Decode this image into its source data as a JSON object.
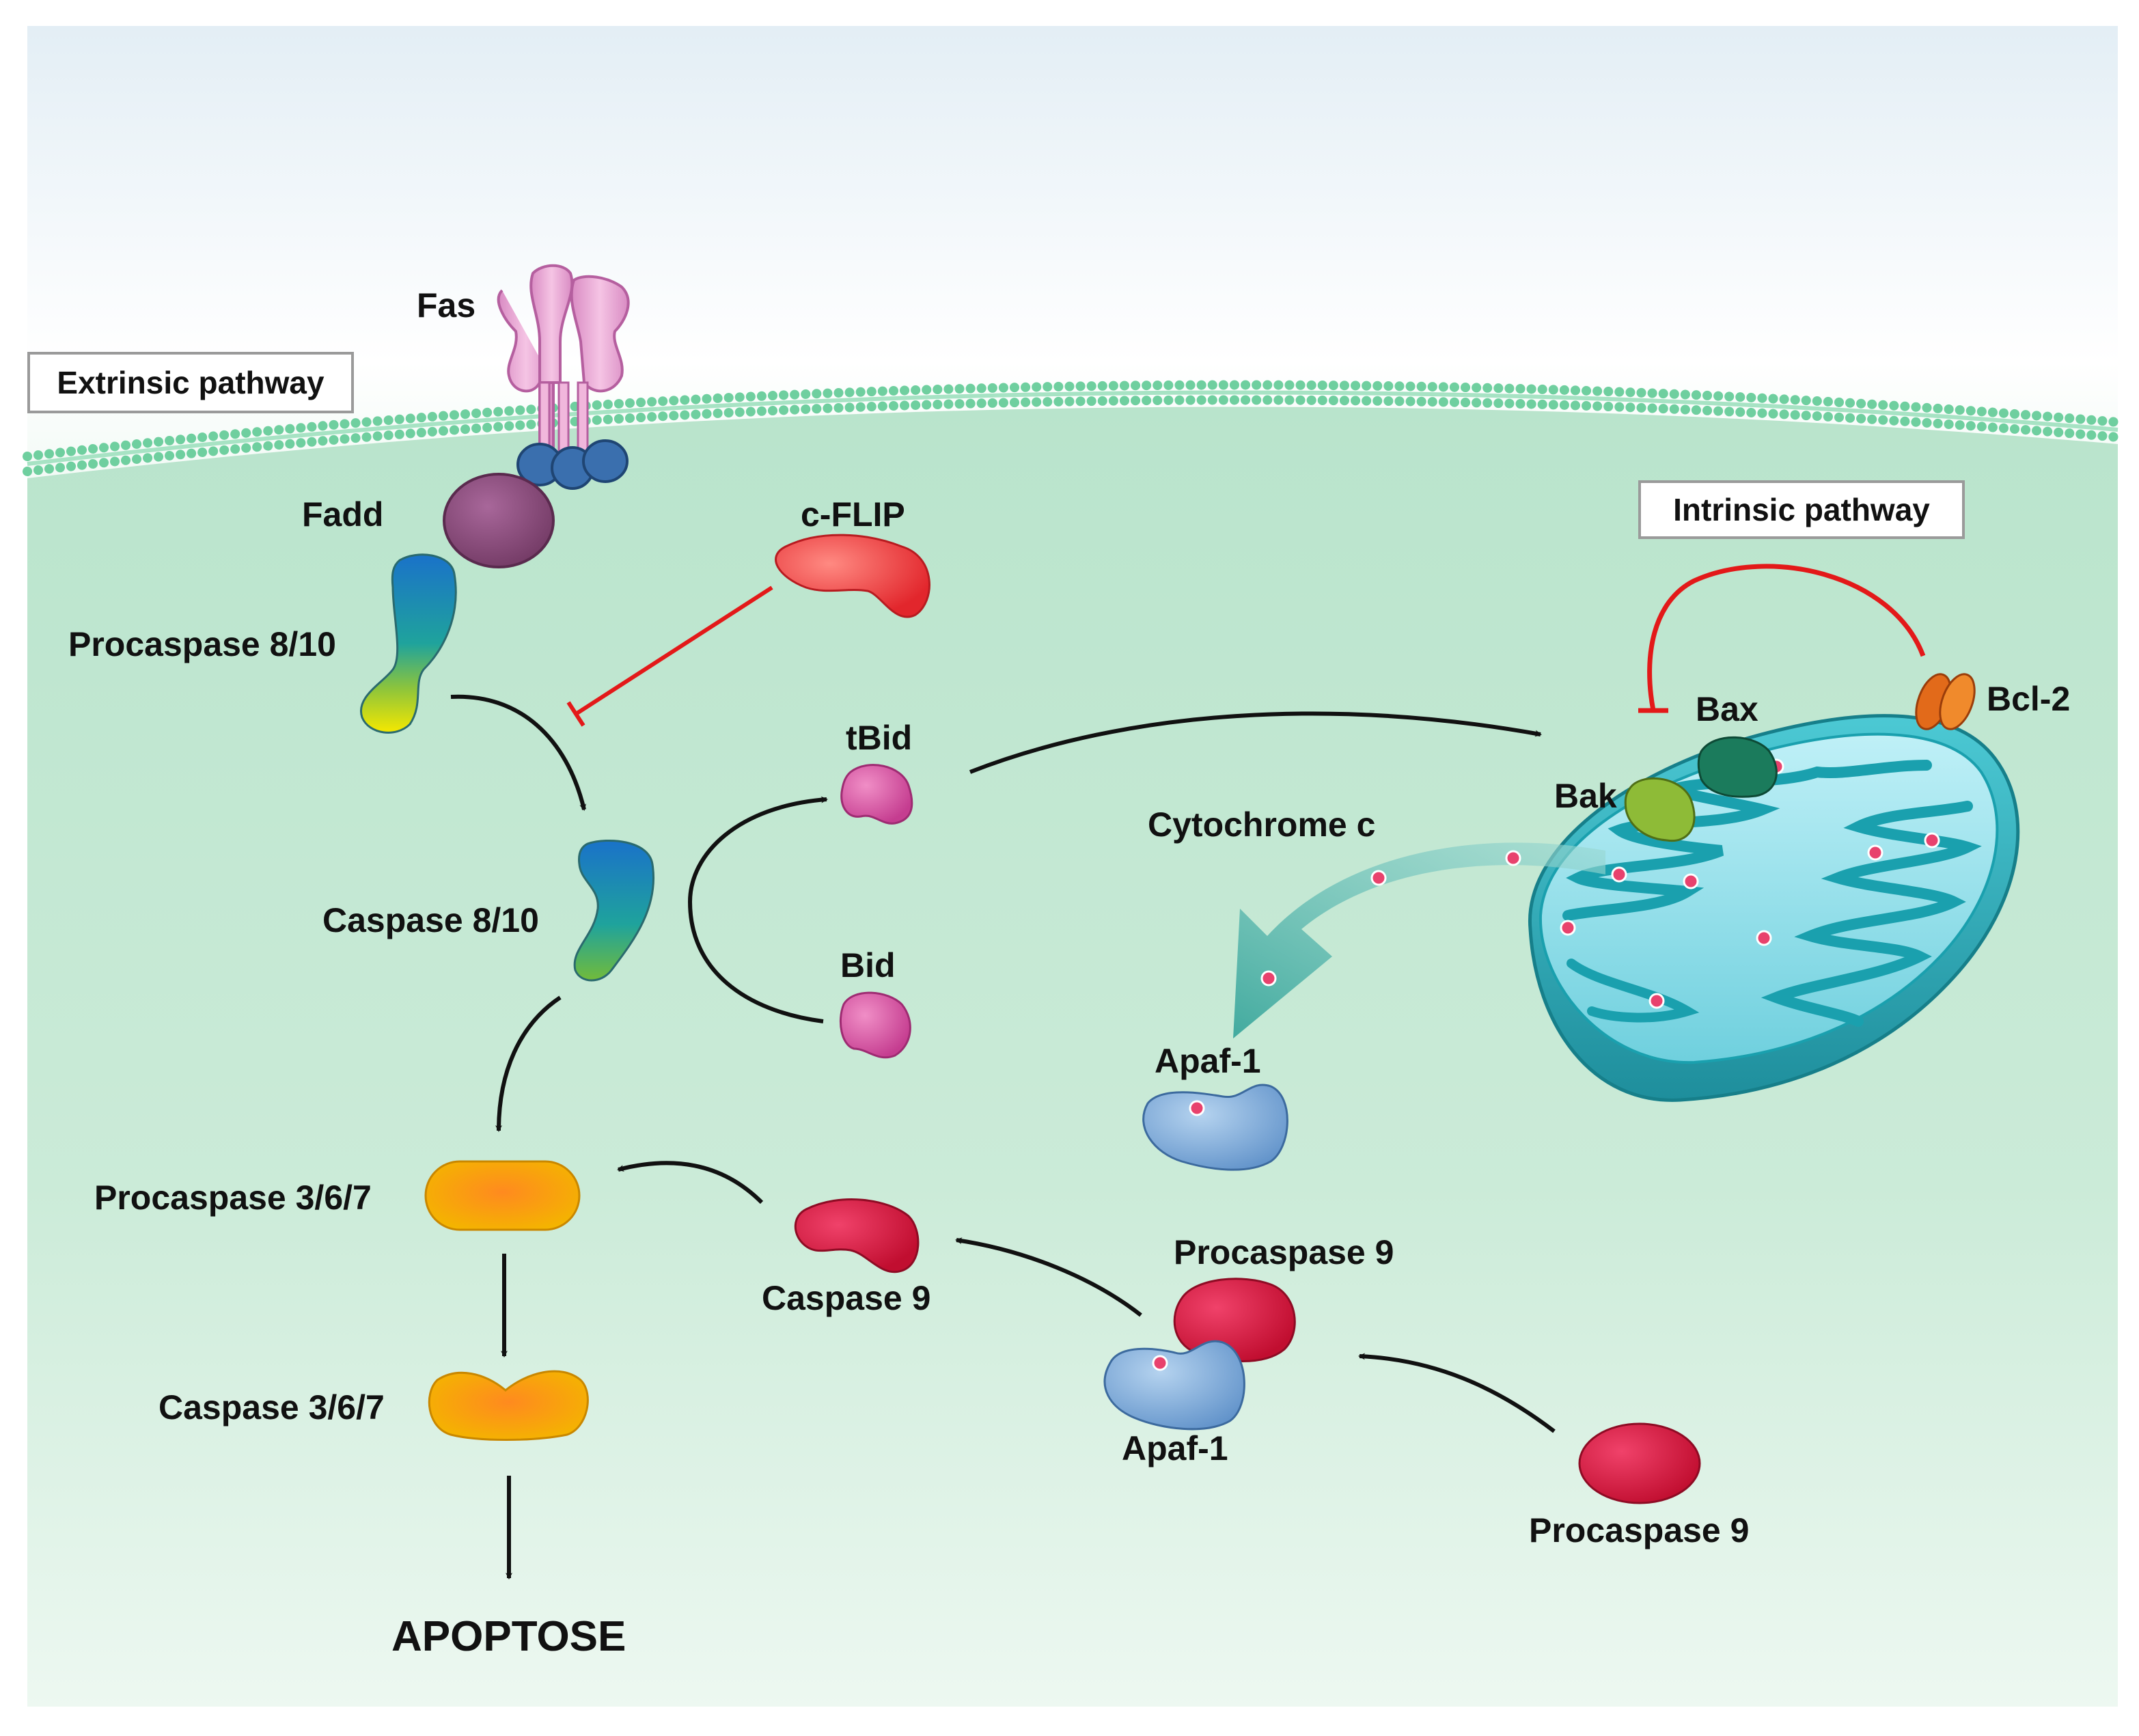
{
  "labels": {
    "extrinsic_pathway": "Extrinsic pathway",
    "intrinsic_pathway": "Intrinsic pathway",
    "fas": "Fas",
    "fadd": "Fadd",
    "c_flip": "c-FLIP",
    "procaspase_8_10": "Procaspase 8/10",
    "caspase_8_10": "Caspase 8/10",
    "tbid": "tBid",
    "bid": "Bid",
    "bax": "Bax",
    "bak": "Bak",
    "bcl2": "Bcl-2",
    "cytochrome_c": "Cytochrome c",
    "apaf1_top": "Apaf-1",
    "procaspase_3_6_7": "Procaspase 3/6/7",
    "caspase_3_6_7": "Caspase 3/6/7",
    "caspase_9": "Caspase 9",
    "procaspase_9_complex": "Procaspase 9",
    "apaf1_bottom": "Apaf-1",
    "procaspase_9_free": "Procaspase 9",
    "apoptose": "APOPTOSE"
  },
  "colors": {
    "cytoplasm": "#c7e8d4",
    "membrane": "#7fd3a7",
    "fas": "#e7a6d2",
    "fadd": "#8e4a7d",
    "c_flip": "#ee4c4c",
    "bid": "#d9539f",
    "caspase_9": "#d1173d",
    "apaf1": "#6f9fd3",
    "procaspase_3": "#f3a700",
    "mitochondrion": "#32b7c4",
    "bcl2": "#e26a1a",
    "bax": "#1b7b5c",
    "bak": "#8ebb37",
    "inhibition": "#e31919",
    "arrow": "#111111"
  }
}
